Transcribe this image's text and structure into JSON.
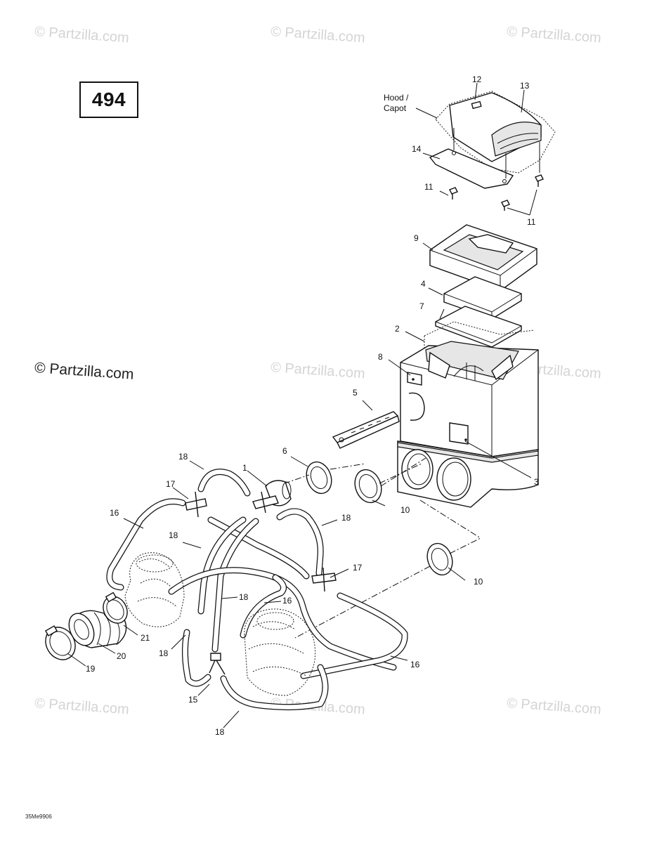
{
  "page_number": "494",
  "hood_label": [
    "Hood /",
    "Capot"
  ],
  "watermark": "© Partzilla.com",
  "doc_code": "35Me9906",
  "callouts": [
    {
      "id": "c12",
      "text": "12"
    },
    {
      "id": "c13",
      "text": "13"
    },
    {
      "id": "c14",
      "text": "14"
    },
    {
      "id": "c11a",
      "text": "11"
    },
    {
      "id": "c11b",
      "text": "11"
    },
    {
      "id": "c9",
      "text": "9"
    },
    {
      "id": "c4",
      "text": "4"
    },
    {
      "id": "c7",
      "text": "7"
    },
    {
      "id": "c2",
      "text": "2"
    },
    {
      "id": "c8",
      "text": "8"
    },
    {
      "id": "c5",
      "text": "5"
    },
    {
      "id": "c3",
      "text": "3"
    },
    {
      "id": "c6",
      "text": "6"
    },
    {
      "id": "c1",
      "text": "1"
    },
    {
      "id": "c18a",
      "text": "18"
    },
    {
      "id": "c17a",
      "text": "17"
    },
    {
      "id": "c16a",
      "text": "16"
    },
    {
      "id": "c18b",
      "text": "18"
    },
    {
      "id": "c18c",
      "text": "18"
    },
    {
      "id": "c10a",
      "text": "10"
    },
    {
      "id": "c17b",
      "text": "17"
    },
    {
      "id": "c10b",
      "text": "10"
    },
    {
      "id": "c18d",
      "text": "18"
    },
    {
      "id": "c16b",
      "text": "16"
    },
    {
      "id": "c21",
      "text": "21"
    },
    {
      "id": "c20",
      "text": "20"
    },
    {
      "id": "c19",
      "text": "19"
    },
    {
      "id": "c18e",
      "text": "18"
    },
    {
      "id": "c16c",
      "text": "16"
    },
    {
      "id": "c15",
      "text": "15"
    },
    {
      "id": "c18f",
      "text": "18"
    }
  ]
}
